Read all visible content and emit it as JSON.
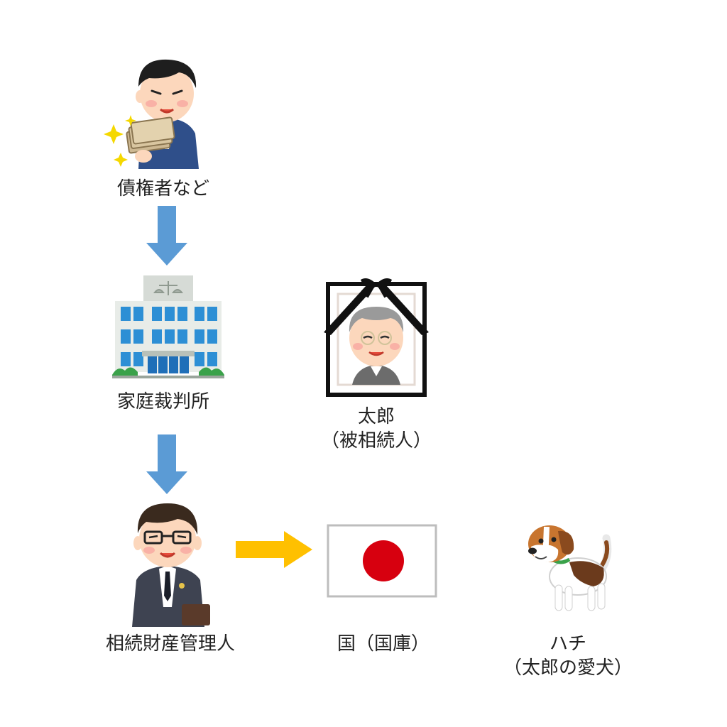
{
  "nodes": {
    "creditor": {
      "label": "債権者など"
    },
    "court": {
      "label": "家庭裁判所"
    },
    "administrator": {
      "label": "相続財産管理人"
    },
    "decedent": {
      "label_line1": "太郎",
      "label_line2": "（被相続人）"
    },
    "state": {
      "label": "国（国庫）"
    },
    "dog": {
      "label_line1": "ハチ",
      "label_line2": "（太郎の愛犬）"
    }
  },
  "icons": {
    "creditor": "businessman-with-money-icon",
    "court": "court-building-icon",
    "administrator": "administrator-man-icon",
    "decedent": "memorial-portrait-icon",
    "state": "japan-flag-icon",
    "dog": "beagle-dog-icon"
  },
  "colors": {
    "arrow_blue": "#5b9bd5",
    "arrow_yellow": "#ffc000",
    "flag_red": "#d7000f",
    "building_blue": "#2d8fd5"
  }
}
